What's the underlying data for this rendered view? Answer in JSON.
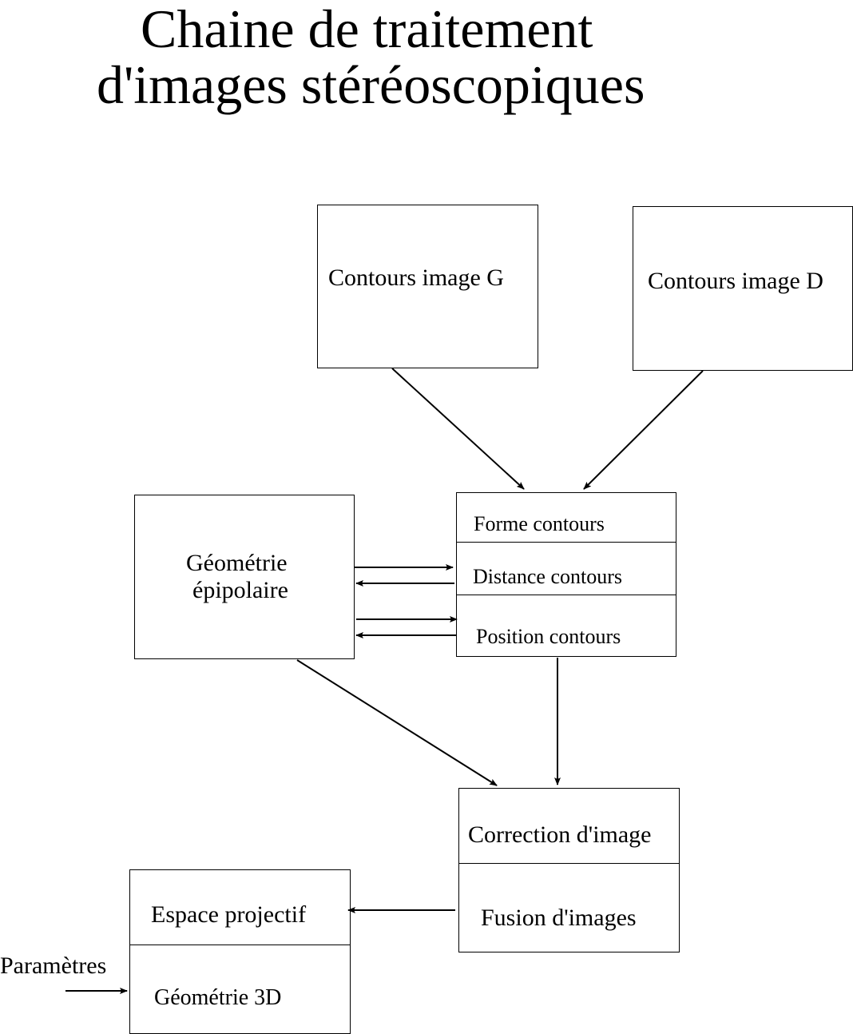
{
  "title": {
    "line1": "Chaine de traitement",
    "line2": "d'images stéréoscopiques"
  },
  "nodes": {
    "contours_g": {
      "label": "Contours image G"
    },
    "contours_d": {
      "label": "Contours image D"
    },
    "contours_analysis": {
      "forme": "Forme contours",
      "distance": "Distance contours",
      "position": "Position contours"
    },
    "geometrie_epipolaire": {
      "line1": "Géométrie",
      "line2": "épipolaire"
    },
    "correction_fusion": {
      "correction": "Correction d'image",
      "fusion": "Fusion d'images"
    },
    "espace_geometrie": {
      "espace": "Espace projectif",
      "geometrie3d": "Géométrie 3D"
    },
    "parametres": {
      "label": "Paramètres"
    }
  },
  "colors": {
    "stroke": "#000000",
    "background": "#ffffff"
  }
}
